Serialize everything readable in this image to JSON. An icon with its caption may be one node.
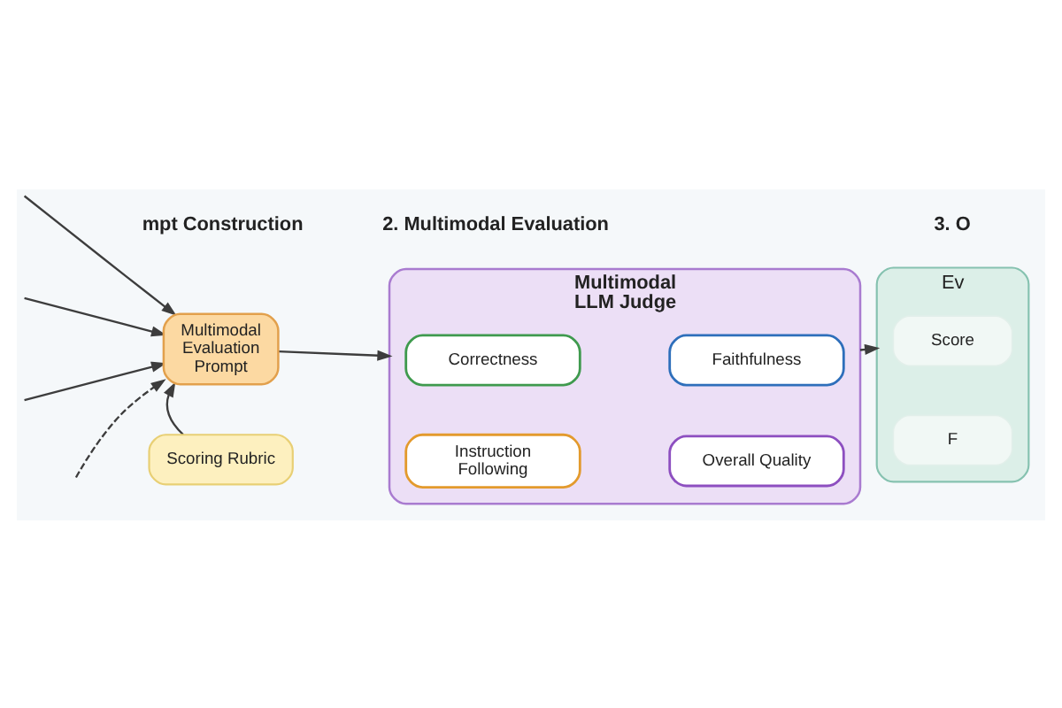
{
  "diagram": {
    "nodes": [
      {
        "text": [
          "Multimodal Evaluation Prompt"
        ]
      },
      {
        "text": [
          "Scoring Rubric"
        ]
      },
      {
        "text": [
          "Multimodal LLM Judge"
        ]
      },
      {
        "text": [
          "Correctness"
        ],
        "in": 2
      },
      {
        "text": [
          "Faithfulness"
        ],
        "in": 2
      },
      {
        "text": [
          "Instruction Following"
        ],
        "in": 2
      },
      {
        "text": [
          "Overall Quality"
        ],
        "in": 2
      },
      {
        "text": [
          "Ev"
        ]
      },
      {
        "text": [
          "Score"
        ],
        "in": 7
      },
      {
        "text": [
          "F"
        ],
        "in": 7
      }
    ],
    "edges": [
      {
        "from": null,
        "to": 0,
        "arrow": "to"
      },
      {
        "from": null,
        "to": 0,
        "arrow": "to"
      },
      {
        "from": null,
        "to": 0,
        "arrow": "to"
      },
      {
        "from": null,
        "to": 0,
        "arrow": "to",
        "style": "dashed"
      },
      {
        "from": 1,
        "to": 0,
        "arrow": "to"
      },
      {
        "from": 0,
        "to": 2,
        "arrow": "to"
      },
      {
        "from": 2,
        "to": 7,
        "arrow": "to"
      }
    ],
    "labels": [
      "mpt Construction",
      "2. Multimodal Evaluation",
      "3. O"
    ]
  }
}
